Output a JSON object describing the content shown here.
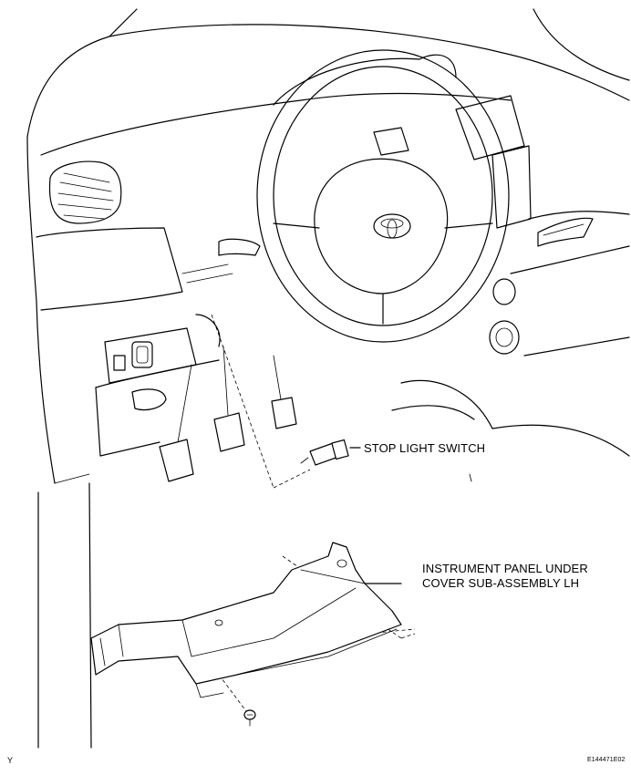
{
  "labels": {
    "stop_light_switch": "STOP LIGHT SWITCH",
    "panel_line1": "INSTRUMENT PANEL UNDER",
    "panel_line2": "COVER SUB-ASSEMBLY LH",
    "view_mark": "Y",
    "figure_code": "E144471E02"
  },
  "colors": {
    "line": "#000000",
    "background": "#ffffff"
  },
  "icons": {
    "steering_logo": "toyota-emblem-icon"
  }
}
